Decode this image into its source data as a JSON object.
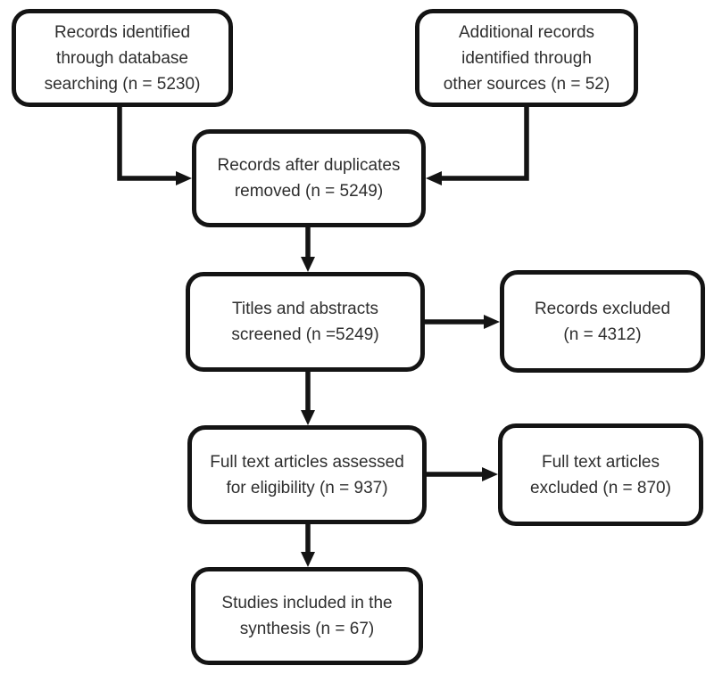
{
  "colors": {
    "box_border": "#141414",
    "box_fill": "#ffffff",
    "text": "#2e2e2e",
    "arrow": "#141414",
    "background": "#ffffff"
  },
  "diagram": {
    "type": "flowchart",
    "style": "PRISMA study selection flow diagram",
    "nodes": {
      "identified_database": {
        "label": "Records identified\nthrough database\nsearching (n = 5230)",
        "n": 5230
      },
      "identified_other": {
        "label": "Additional records\nidentified through\nother sources (n = 52)",
        "n": 52
      },
      "duplicates_removed": {
        "label": "Records after duplicates\nremoved (n = 5249)",
        "n": 5249
      },
      "screened": {
        "label": "Titles and abstracts\nscreened (n =5249)",
        "n": 5249
      },
      "records_excluded": {
        "label": "Records excluded\n(n = 4312)",
        "n": 4312
      },
      "fulltext_assessed": {
        "label": "Full text articles assessed\nfor eligibility (n = 937)",
        "n": 937
      },
      "fulltext_excluded": {
        "label": "Full text articles\nexcluded (n = 870)",
        "n": 870
      },
      "included": {
        "label": "Studies included in the\nsynthesis (n = 67)",
        "n": 67
      }
    },
    "edges": [
      {
        "from": "identified_database",
        "to": "duplicates_removed"
      },
      {
        "from": "identified_other",
        "to": "duplicates_removed"
      },
      {
        "from": "duplicates_removed",
        "to": "screened"
      },
      {
        "from": "screened",
        "to": "records_excluded"
      },
      {
        "from": "screened",
        "to": "fulltext_assessed"
      },
      {
        "from": "fulltext_assessed",
        "to": "fulltext_excluded"
      },
      {
        "from": "fulltext_assessed",
        "to": "included"
      }
    ]
  }
}
